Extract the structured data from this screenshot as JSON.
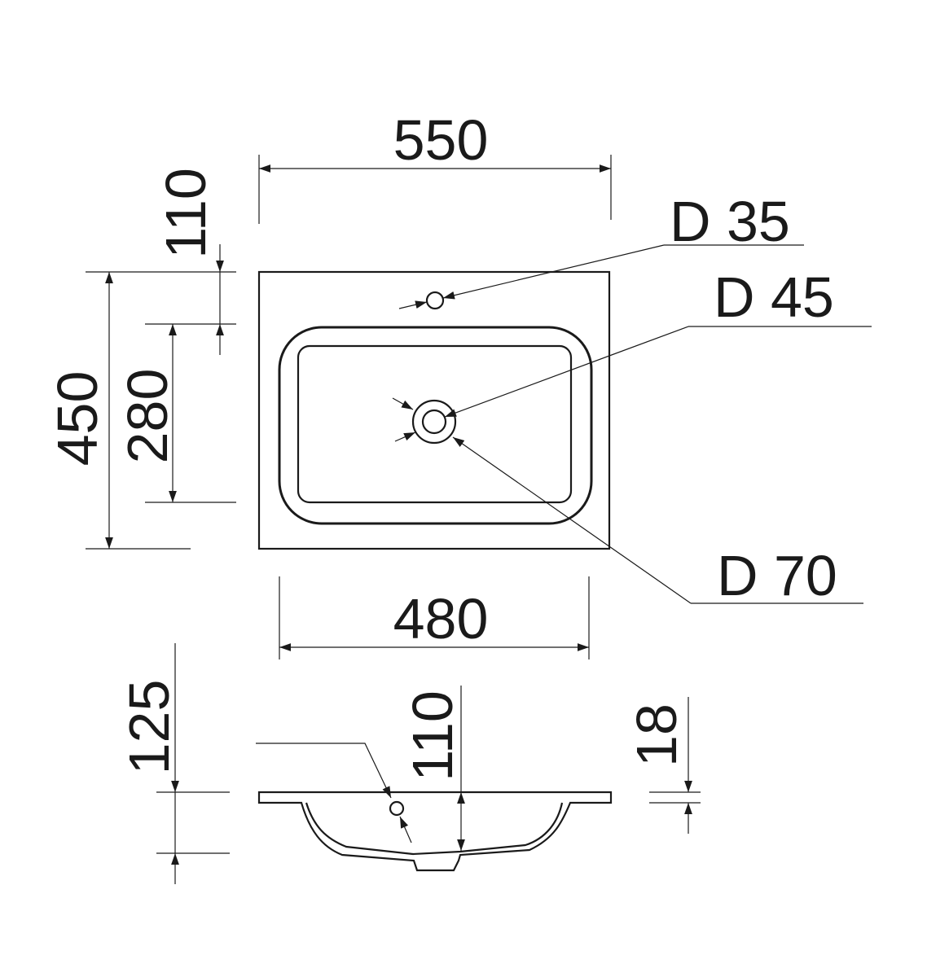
{
  "dimensions": {
    "overall_width": "550",
    "overall_depth": "450",
    "bowl_width": "480",
    "bowl_depth": "280",
    "tap_hole_offset": "110",
    "bowl_height": "110",
    "total_height": "125",
    "slab_thickness": "18"
  },
  "diameters": {
    "tap_hole": "D 35",
    "drain_inner": "D 45",
    "drain_outer": "D 70"
  }
}
